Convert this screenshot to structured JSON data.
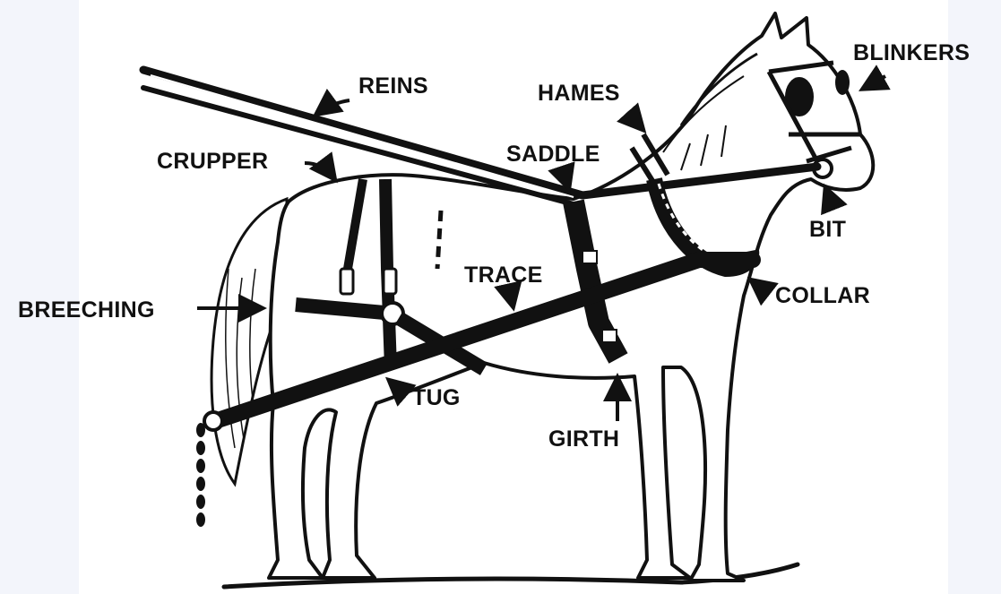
{
  "diagram": {
    "labels": {
      "reins": "REINS",
      "hames": "HAMES",
      "blinkers": "BLINKERS",
      "crupper": "CRUPPER",
      "saddle": "SADDLE",
      "bit": "BIT",
      "trace": "TRACE",
      "collar": "COLLAR",
      "breeching": "BREECHING",
      "tug": "TUG",
      "girth": "GIRTH"
    }
  },
  "colors": {
    "ink": "#111111",
    "panel": "#ffffff",
    "margin": "#f3f5fb"
  }
}
